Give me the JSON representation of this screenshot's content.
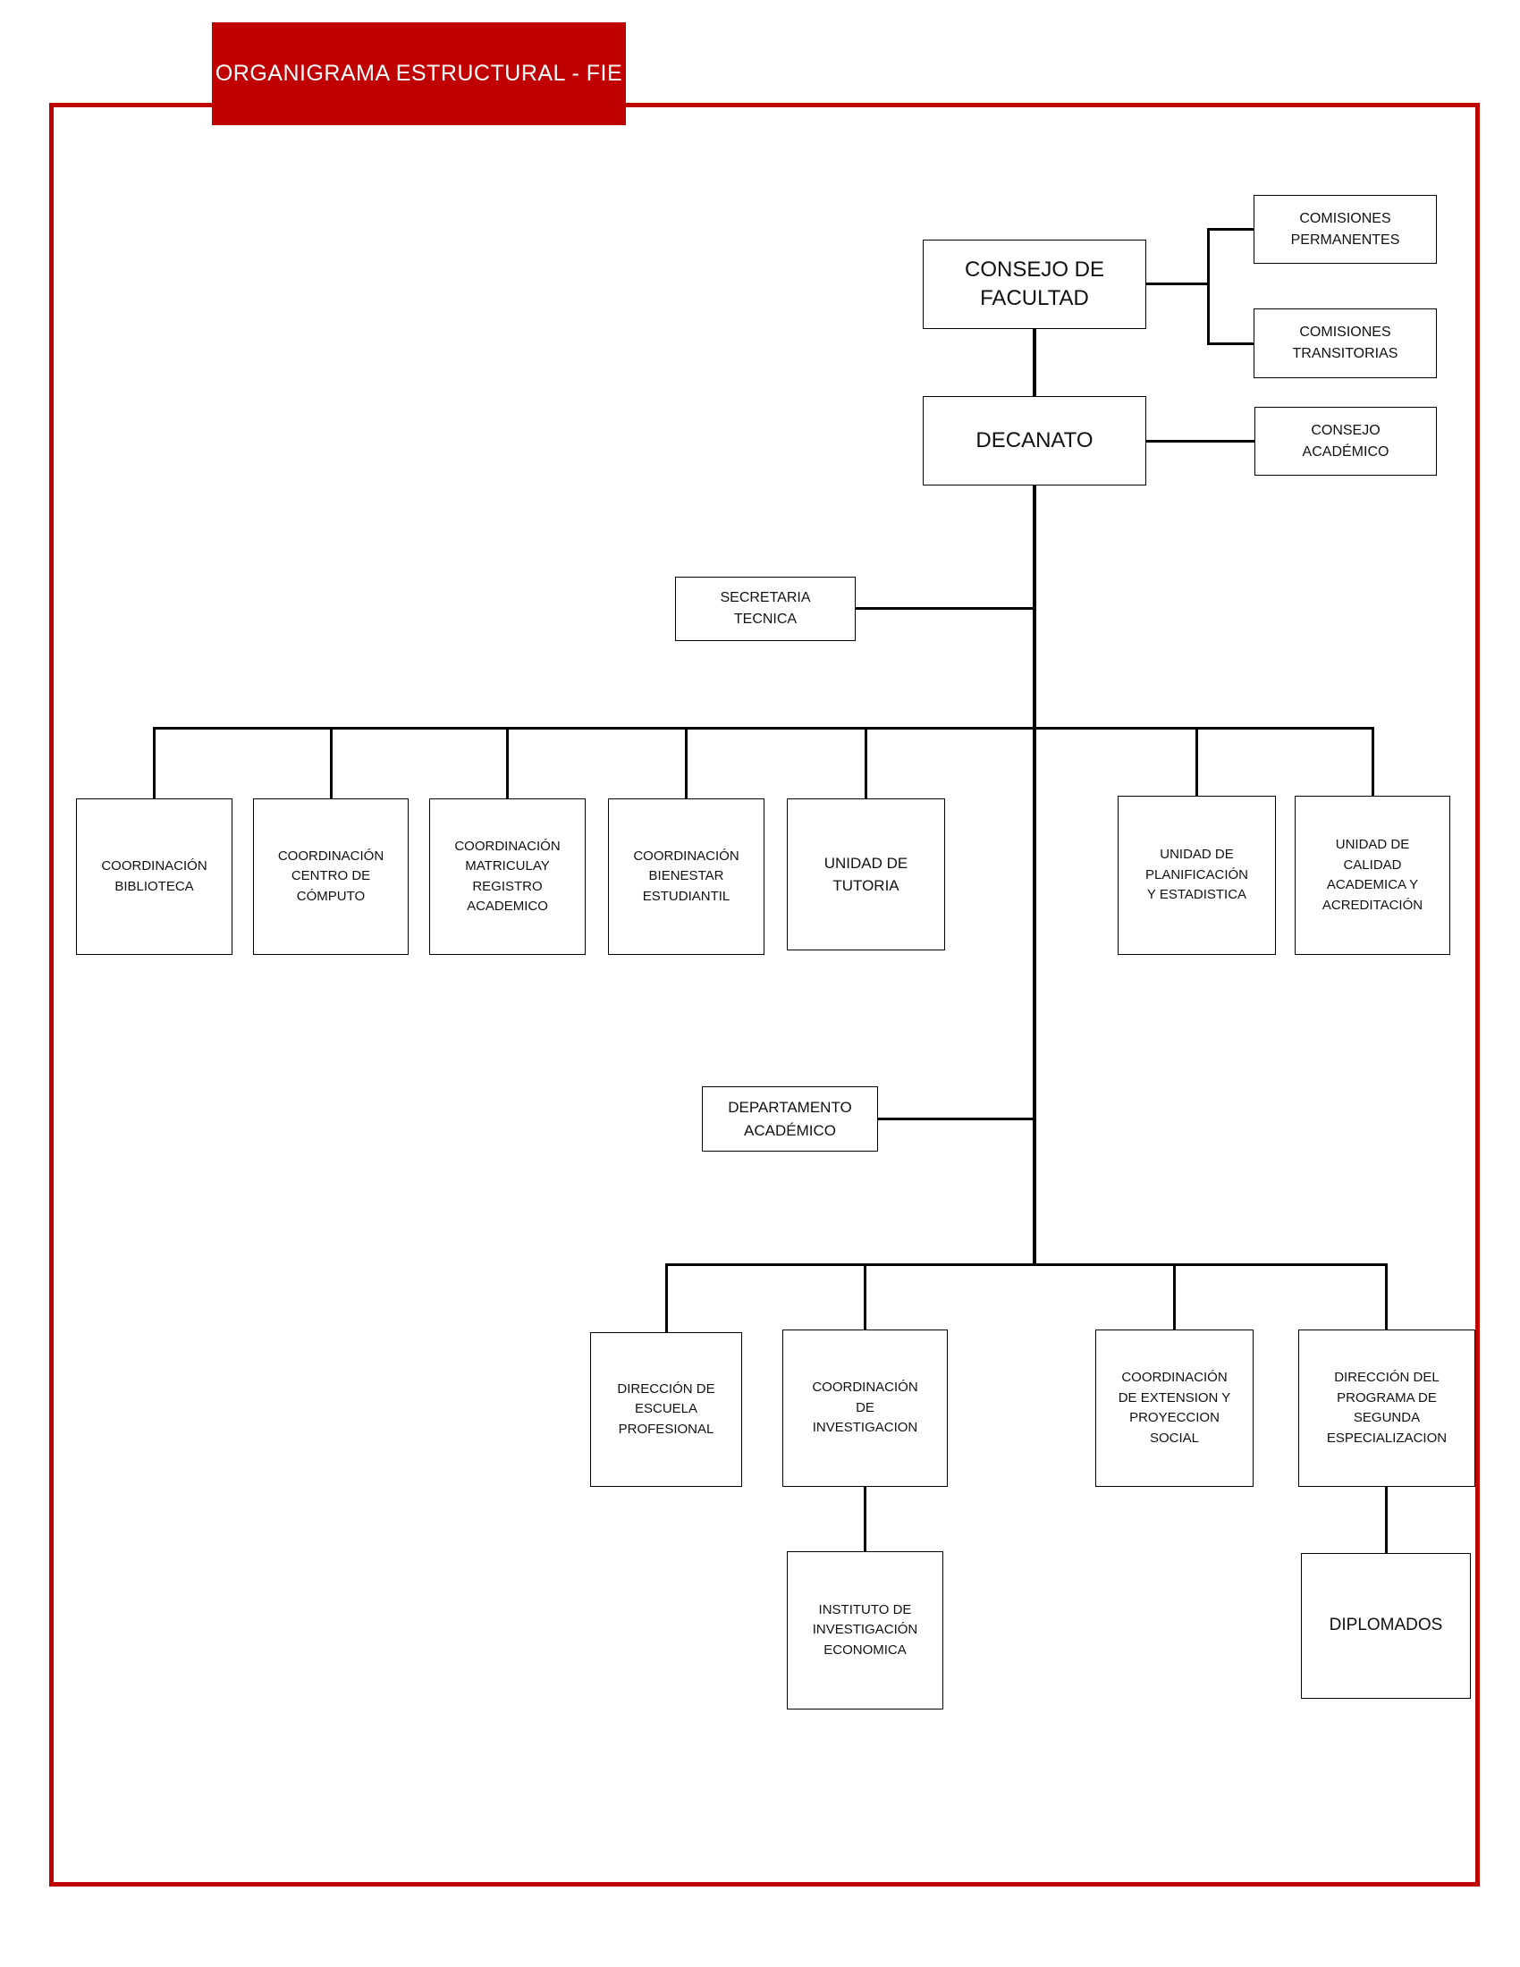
{
  "title": "ORGANIGRAMA ESTRUCTURAL - FIE",
  "colors": {
    "accent": "#c00000",
    "line": "#000000",
    "box_border": "#000000",
    "banner_text": "#ffffff"
  },
  "nodes": {
    "consejo_facultad": {
      "label": "CONSEJO DE\nFACULTAD"
    },
    "comisiones_permanentes": {
      "label": "COMISIONES\nPERMANENTES"
    },
    "comisiones_transitorias": {
      "label": "COMISIONES\nTRANSITORIAS"
    },
    "decanato": {
      "label": "DECANATO"
    },
    "consejo_academico": {
      "label": "CONSEJO\nACADÉMICO"
    },
    "secretaria_tecnica": {
      "label": "SECRETARIA\nTECNICA"
    },
    "coordinacion_biblioteca": {
      "label": "COORDINACIÓN\nBIBLIOTECA"
    },
    "coordinacion_centro_computo": {
      "label": "COORDINACIÓN\nCENTRO DE\nCÓMPUTO"
    },
    "coordinacion_matricula": {
      "label": "COORDINACIÓN\nMATRICULAY\nREGISTRO\nACADEMICO"
    },
    "coordinacion_bienestar": {
      "label": "COORDINACIÓN\nBIENESTAR\nESTUDIANTIL"
    },
    "unidad_tutoria": {
      "label": "UNIDAD DE\nTUTORIA"
    },
    "unidad_planificacion": {
      "label": "UNIDAD DE\nPLANIFICACIÓN\nY ESTADISTICA"
    },
    "unidad_calidad": {
      "label": "UNIDAD DE\nCALIDAD\nACADEMICA Y\nACREDITACIÓN"
    },
    "departamento_academico": {
      "label": "DEPARTAMENTO\nACADÉMICO"
    },
    "direccion_escuela": {
      "label": "DIRECCIÓN DE\nESCUELA\nPROFESIONAL"
    },
    "coordinacion_investigacion": {
      "label": "COORDINACIÓN\nDE\nINVESTIGACION"
    },
    "coordinacion_extension": {
      "label": "COORDINACIÓN\nDE EXTENSION Y\nPROYECCION\nSOCIAL"
    },
    "direccion_programa": {
      "label": "DIRECCIÓN DEL\nPROGRAMA DE\nSEGUNDA\nESPECIALIZACION"
    },
    "instituto_investigacion": {
      "label": "INSTITUTO DE\nINVESTIGACIÓN\nECONOMICA"
    },
    "diplomados": {
      "label": "DIPLOMADOS"
    }
  },
  "edges": [
    {
      "from": "consejo_facultad",
      "to": "comisiones_permanentes"
    },
    {
      "from": "consejo_facultad",
      "to": "comisiones_transitorias"
    },
    {
      "from": "consejo_facultad",
      "to": "decanato"
    },
    {
      "from": "decanato",
      "to": "consejo_academico"
    },
    {
      "from": "decanato",
      "to": "secretaria_tecnica"
    },
    {
      "from": "decanato",
      "to": "coordinacion_biblioteca"
    },
    {
      "from": "decanato",
      "to": "coordinacion_centro_computo"
    },
    {
      "from": "decanato",
      "to": "coordinacion_matricula"
    },
    {
      "from": "decanato",
      "to": "coordinacion_bienestar"
    },
    {
      "from": "decanato",
      "to": "unidad_tutoria"
    },
    {
      "from": "decanato",
      "to": "unidad_planificacion"
    },
    {
      "from": "decanato",
      "to": "unidad_calidad"
    },
    {
      "from": "decanato",
      "to": "departamento_academico"
    },
    {
      "from": "departamento_academico",
      "to": "direccion_escuela"
    },
    {
      "from": "departamento_academico",
      "to": "coordinacion_investigacion"
    },
    {
      "from": "departamento_academico",
      "to": "coordinacion_extension"
    },
    {
      "from": "departamento_academico",
      "to": "direccion_programa"
    },
    {
      "from": "coordinacion_investigacion",
      "to": "instituto_investigacion"
    },
    {
      "from": "direccion_programa",
      "to": "diplomados"
    }
  ]
}
